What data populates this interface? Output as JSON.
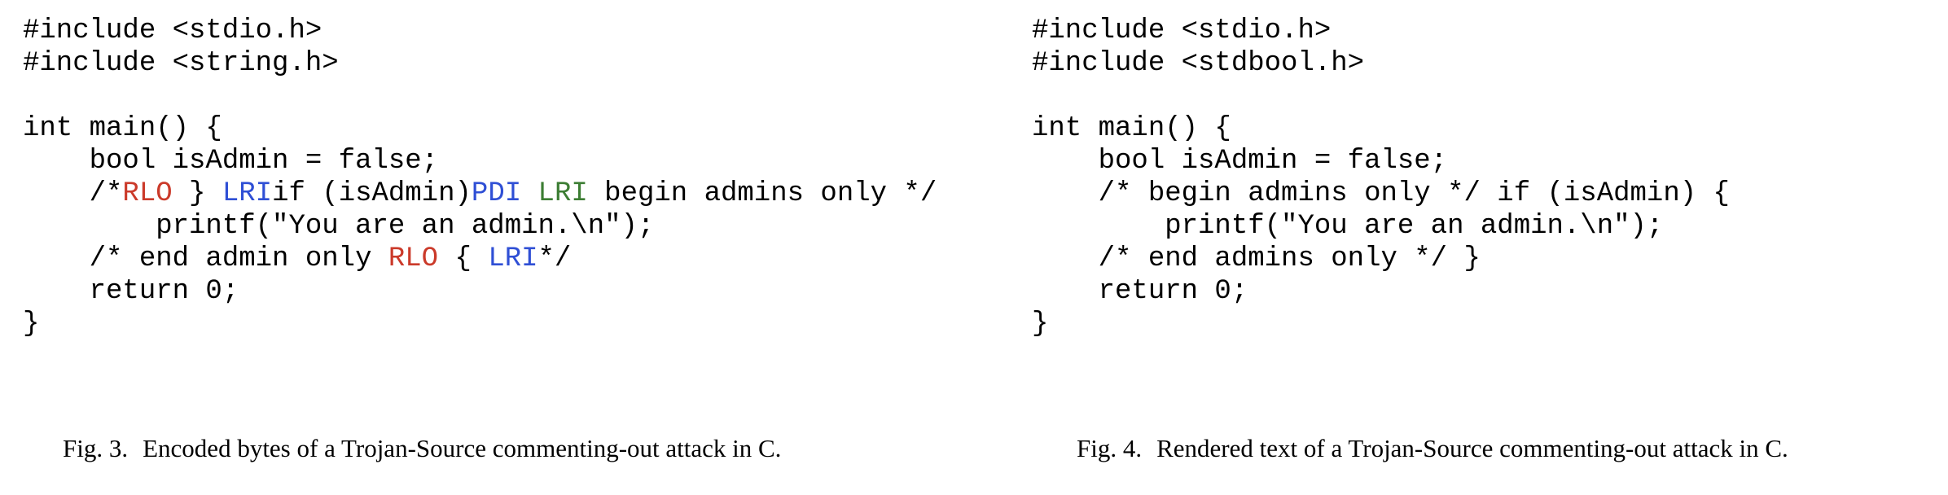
{
  "colors": {
    "code_default": "#000000",
    "red": "#cb3a2a",
    "blue": "#2f4fd5",
    "green": "#3c7d33",
    "caption": "#000000",
    "background": "#ffffff"
  },
  "figures": [
    {
      "id": "fig3",
      "caption": {
        "label": "Fig. 3.",
        "text": "Encoded bytes of a Trojan-Source commenting-out attack in C."
      },
      "code": [
        {
          "tokens": [
            {
              "text": "#include <stdio.h>"
            }
          ]
        },
        {
          "tokens": [
            {
              "text": "#include <string.h>"
            }
          ]
        },
        {
          "tokens": [
            {
              "text": ""
            }
          ]
        },
        {
          "tokens": [
            {
              "text": "int main() {"
            }
          ]
        },
        {
          "tokens": [
            {
              "text": "    bool isAdmin = false;"
            }
          ]
        },
        {
          "tokens": [
            {
              "text": "    /*"
            },
            {
              "text": "RLO",
              "color": "red",
              "name": "bidi-RLO"
            },
            {
              "text": " } "
            },
            {
              "text": "LRI",
              "color": "blue",
              "name": "bidi-LRI"
            },
            {
              "text": "if (isAdmin)"
            },
            {
              "text": "PDI",
              "color": "blue",
              "name": "bidi-PDI"
            },
            {
              "text": " "
            },
            {
              "text": "LRI",
              "color": "green",
              "name": "bidi-LRI"
            },
            {
              "text": " begin admins only */"
            }
          ]
        },
        {
          "tokens": [
            {
              "text": "        printf(\"You are an admin.\\n\");"
            }
          ]
        },
        {
          "tokens": [
            {
              "text": "    /* end admin only "
            },
            {
              "text": "RLO",
              "color": "red",
              "name": "bidi-RLO"
            },
            {
              "text": " { "
            },
            {
              "text": "LRI",
              "color": "blue",
              "name": "bidi-LRI"
            },
            {
              "text": "*/"
            }
          ]
        },
        {
          "tokens": [
            {
              "text": "    return 0;"
            }
          ]
        },
        {
          "tokens": [
            {
              "text": "}"
            }
          ]
        }
      ]
    },
    {
      "id": "fig4",
      "caption": {
        "label": "Fig. 4.",
        "text": "Rendered text of a Trojan-Source commenting-out attack in C."
      },
      "code": [
        {
          "tokens": [
            {
              "text": "#include <stdio.h>"
            }
          ]
        },
        {
          "tokens": [
            {
              "text": "#include <stdbool.h>"
            }
          ]
        },
        {
          "tokens": [
            {
              "text": ""
            }
          ]
        },
        {
          "tokens": [
            {
              "text": "int main() {"
            }
          ]
        },
        {
          "tokens": [
            {
              "text": "    bool isAdmin = false;"
            }
          ]
        },
        {
          "tokens": [
            {
              "text": "    /* begin admins only */ if (isAdmin) {"
            }
          ]
        },
        {
          "tokens": [
            {
              "text": "        printf(\"You are an admin.\\n\");"
            }
          ]
        },
        {
          "tokens": [
            {
              "text": "    /* end admins only */ }"
            }
          ]
        },
        {
          "tokens": [
            {
              "text": "    return 0;"
            }
          ]
        },
        {
          "tokens": [
            {
              "text": "}"
            }
          ]
        }
      ]
    }
  ]
}
